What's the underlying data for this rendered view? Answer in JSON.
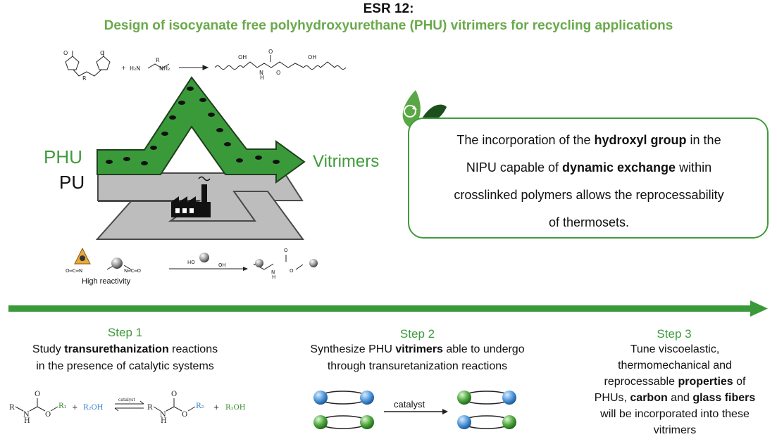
{
  "header": {
    "title": "ESR 12:",
    "subtitle": "Design of isocyanate free polyhydroxyurethane (PHU) vitrimers for recycling applications"
  },
  "diagram": {
    "phu_label": "PHU",
    "pu_label": "PU",
    "vitrimers_label": "Vitrimers",
    "high_reactivity": "High reactivity",
    "top_scheme": {
      "plus": "+",
      "amine_h2n": "H₂N",
      "amine_nh2": "NH₂",
      "r": "R",
      "oh1": "OH",
      "oh2": "OH",
      "nh": "N",
      "h": "H",
      "o": "O"
    },
    "bottom_scheme": {
      "isocyanate_left": "O═C═N",
      "isocyanate_right": "N═C═O",
      "ho": "HO",
      "oh": "OH",
      "nh": "N",
      "h": "H",
      "o": "O"
    }
  },
  "info": {
    "l1_a": "The incorporation of the ",
    "l1_b": "hydroxyl group",
    "l1_c": " in the",
    "l2_a": "NIPU capable of ",
    "l2_b": "dynamic exchange",
    "l2_c": " within",
    "l3": "crosslinked polymers allows the reprocessability",
    "l4": "of thermosets."
  },
  "steps": [
    {
      "heading": "Step 1",
      "l1_a": "Study ",
      "l1_b": "transurethanization",
      "l1_c": " reactions",
      "l2": "in the presence of catalytic systems"
    },
    {
      "heading": "Step 2",
      "l1_a": "Synthesize PHU ",
      "l1_b": "vitrimers",
      "l1_c": " able to undergo",
      "l2": "through transuretanization reactions"
    },
    {
      "heading": "Step 3",
      "l1": "Tune viscoelastic,",
      "l2": "thermomechanical and",
      "l3_a": "reprocessable ",
      "l3_b": "properties",
      "l3_c": " of",
      "l4_a": "PHUs, ",
      "l4_b": "carbon",
      "l4_c": " and ",
      "l4_d": "glass fibers",
      "l5": "will be incorporated into these",
      "l6": "vitrimers"
    }
  ],
  "reaction1": {
    "r_left": "R",
    "n": "N",
    "h": "H",
    "o_top": "O",
    "o": "O",
    "r1": "R₁",
    "plus1": "+",
    "r2oh": "R₂OH",
    "catalyst": "catalyst",
    "r_right": "R",
    "n2": "N",
    "h2": "H",
    "o_top2": "O",
    "o2": "O",
    "r2": "R₂",
    "plus2": "+",
    "r1oh": "R₁OH"
  },
  "reaction2": {
    "catalyst": "catalyst"
  },
  "colors": {
    "green": "#3f9b3b",
    "green_light": "#6aa94b",
    "arrow_fill": "#3a9a3a",
    "gray": "#b9b9b9",
    "gray_dark": "#555555",
    "blue_sphere": "#4f96d8",
    "green_sphere": "#4ea83c"
  }
}
